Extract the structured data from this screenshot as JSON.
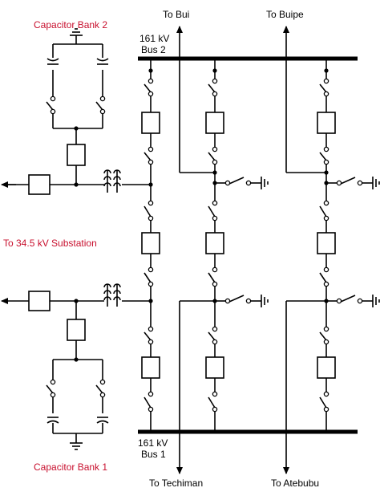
{
  "labels": {
    "to_bui": "To Bui",
    "to_buipe": "To Buipe",
    "bus2_kv": "161 kV",
    "bus2_name": "Bus 2",
    "bus1_kv": "161 kV",
    "bus1_name": "Bus 1",
    "cap_bank_2": "Capacitor Bank 2",
    "cap_bank_1": "Capacitor Bank 1",
    "substation": "To 34.5 kV Substation",
    "to_techiman": "To Techiman",
    "to_atebubu": "To Atebubu"
  },
  "colors": {
    "line": "#000000",
    "label_accent": "#c8102e"
  }
}
